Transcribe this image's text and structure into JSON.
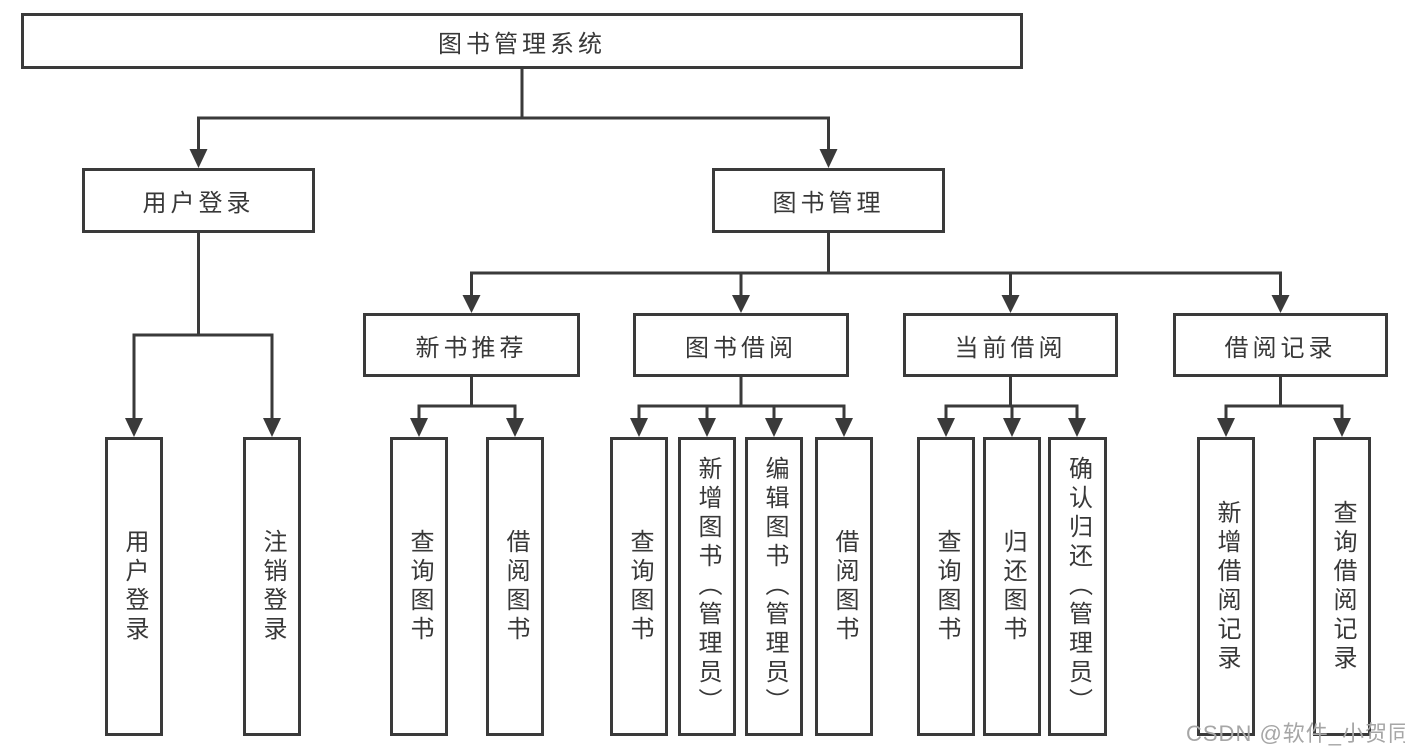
{
  "tree": {
    "root": {
      "label": "图书管理系统"
    },
    "branches": [
      {
        "label": "用户登录",
        "children": [
          {
            "label": "用户登录"
          },
          {
            "label": "注销登录"
          }
        ]
      },
      {
        "label": "图书管理",
        "groups": [
          {
            "label": "新书推荐",
            "children": [
              {
                "label": "查询图书"
              },
              {
                "label": "借阅图书"
              }
            ]
          },
          {
            "label": "图书借阅",
            "children": [
              {
                "label": "查询图书"
              },
              {
                "label": "新增图书（管理员）"
              },
              {
                "label": "编辑图书（管理员）"
              },
              {
                "label": "借阅图书"
              }
            ]
          },
          {
            "label": "当前借阅",
            "children": [
              {
                "label": "查询图书"
              },
              {
                "label": "归还图书"
              },
              {
                "label": "确认归还（管理员）"
              }
            ]
          },
          {
            "label": "借阅记录",
            "children": [
              {
                "label": "新增借阅记录"
              },
              {
                "label": "查询借阅记录"
              }
            ]
          }
        ]
      }
    ]
  },
  "watermark": {
    "text": "CSDN @软件_小贺同学"
  },
  "colors": {
    "line": "#3a3a3a",
    "text": "#383838",
    "watermark": "#a6a6a6",
    "background": "#ffffff"
  }
}
